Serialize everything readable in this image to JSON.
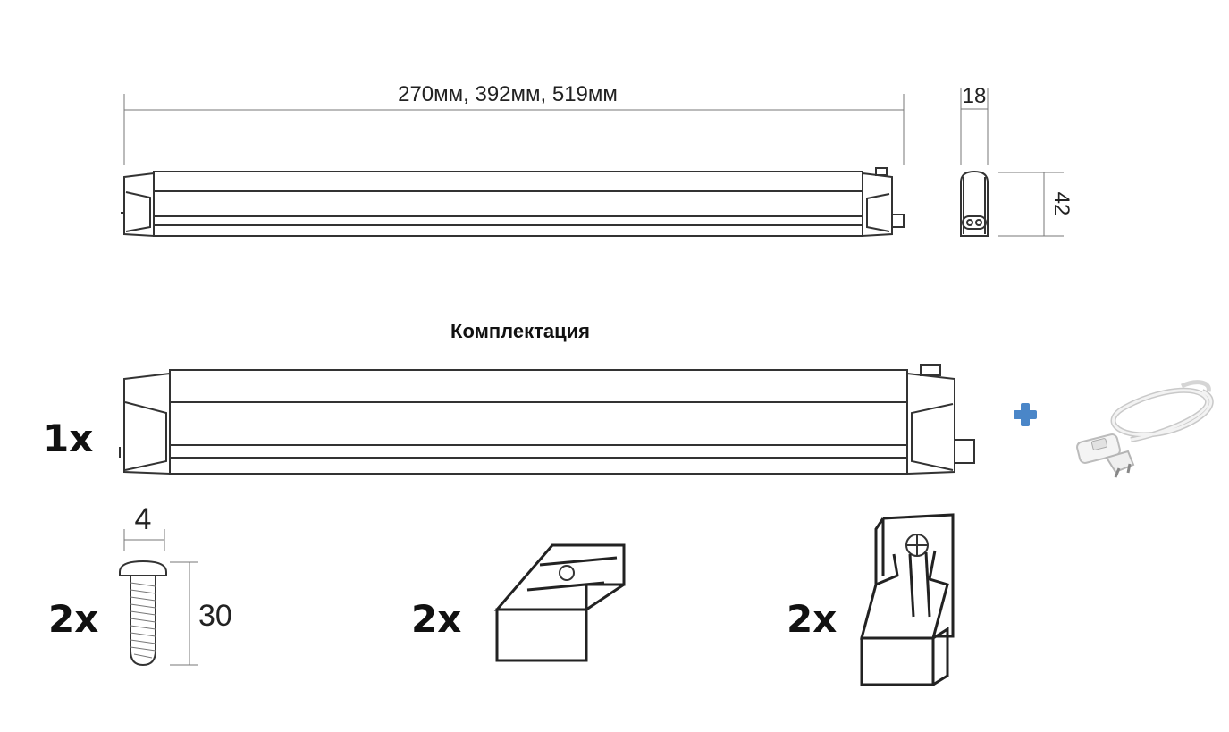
{
  "dimensions": {
    "length": "270мм, 392мм, 519мм",
    "width": "18",
    "height": "42",
    "screw_diameter": "4",
    "screw_length": "30"
  },
  "kit": {
    "title": "Комплектация",
    "lamp_qty": "1x",
    "screw_qty": "2x",
    "clip_qty": "2x",
    "bracket_qty": "2x"
  },
  "colors": {
    "plus": "#4a86c8",
    "line": "#333333"
  },
  "icons": {
    "plus": "plus-icon",
    "cable": "power-cable-icon"
  }
}
